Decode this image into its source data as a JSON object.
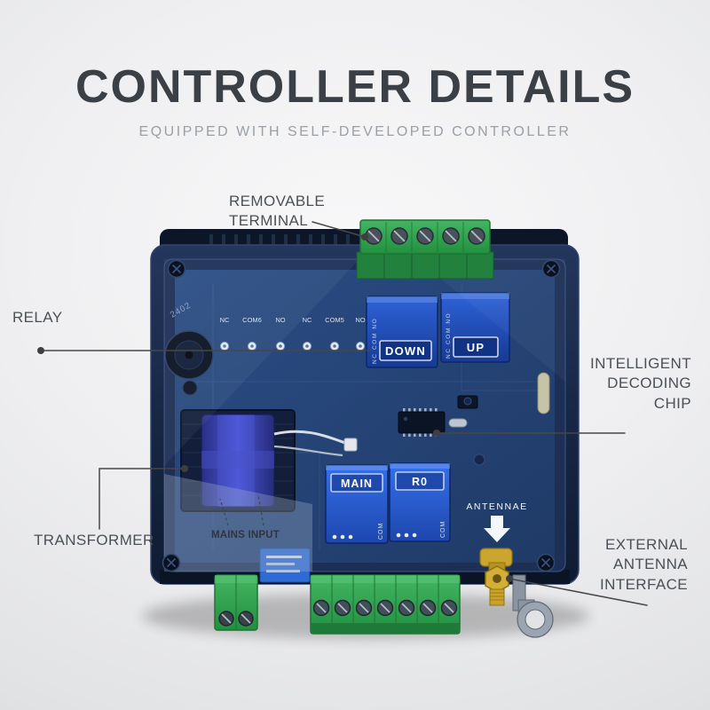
{
  "header": {
    "title": "CONTROLLER DETAILS",
    "subtitle": "EQUIPPED WITH SELF-DEVELOPED CONTROLLER"
  },
  "callouts": {
    "removable_terminal": "REMOVABLE\nTERMINAL",
    "relay": "RELAY",
    "intelligent_decoding_chip": "INTELLIGENT\nDECODING\nCHIP",
    "transformer": "TRANSFORMER",
    "mains_input": "MAINS INPUT",
    "external_antenna_interface": "EXTERNAL\nANTENNA\nINTERFACE"
  },
  "board": {
    "relay_down_label": "DOWN",
    "relay_up_label": "UP",
    "relay_main_label": "MAIN",
    "relay_r0_label": "R0",
    "antenna_silkscreen": "ANTENNAE",
    "terminal_labels": [
      "NC",
      "COM6",
      "NO",
      "NC",
      "COM5",
      "NO"
    ],
    "relay_pin_column": "NC COM NO",
    "bottom_relay_pin": "COM",
    "date_code": "2402"
  },
  "colors": {
    "title_text": "#3a4046",
    "subtitle_text": "#9aa0a5",
    "callout_text": "#4b5056",
    "leader_line": "#474747",
    "case_navy": "#16223f",
    "pcb_blue": "#2a4a7f",
    "relay_blue": "#2e63d8",
    "terminal_green": "#2ea04e",
    "antenna_gold": "#d4af37",
    "background": "#e9eaec"
  }
}
